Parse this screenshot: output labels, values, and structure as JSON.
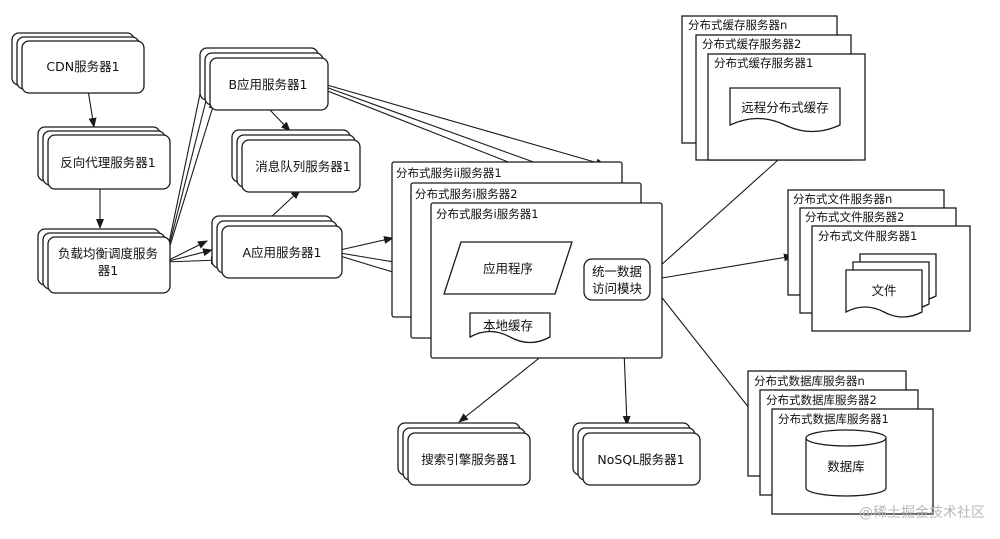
{
  "nodes": {
    "cdn": "CDN服务器1",
    "reverse_proxy": "反向代理服务器1",
    "load_balancer_line1": "负载均衡调度服务",
    "load_balancer_line2": "器1",
    "b_app": "B应用服务器1",
    "mq": "消息队列服务器1",
    "a_app": "A应用服务器1",
    "svc_ii": "分布式服务ii服务器1",
    "svc_i2": "分布式服务i服务器2",
    "svc_i1": "分布式服务i服务器1",
    "app_program": "应用程序",
    "local_cache": "本地缓存",
    "data_access_line1": "统一数据",
    "data_access_line2": "访问模块",
    "cache_n": "分布式缓存服务器n",
    "cache_2": "分布式缓存服务器2",
    "cache_1": "分布式缓存服务器1",
    "remote_cache": "远程分布式缓存",
    "file_n": "分布式文件服务器n",
    "file_2": "分布式文件服务器2",
    "file_1": "分布式文件服务器1",
    "file": "文件",
    "db_n": "分布式数据库服务器n",
    "db_2": "分布式数据库服务器2",
    "db_1": "分布式数据库服务器1",
    "database": "数据库",
    "search": "搜索引擎服务器1",
    "nosql": "NoSQL服务器1"
  },
  "watermark": "@稀土掘金技术社区",
  "colors": {
    "line": "#1a1a1a",
    "fill": "#ffffff",
    "watermark": "#b8b8b8"
  }
}
